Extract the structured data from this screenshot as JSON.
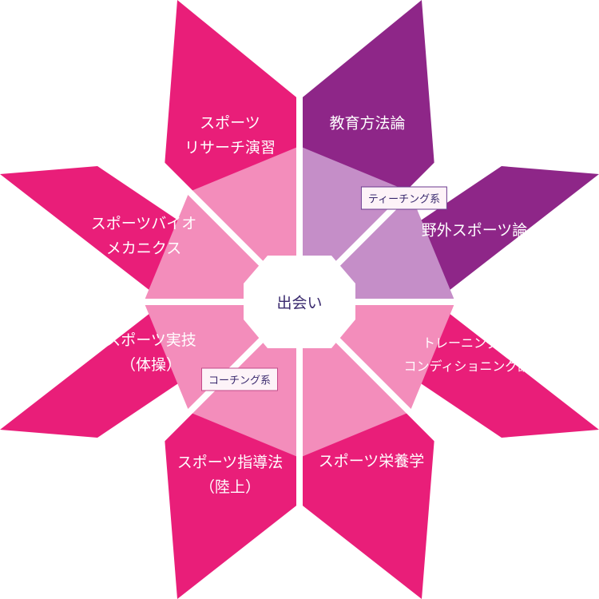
{
  "center": "出会い",
  "petals": [
    {
      "label": "スポーツ\nリサーチ演習",
      "color": "#e91e79"
    },
    {
      "label": "教育方法論",
      "color": "#8e2688"
    },
    {
      "label": "野外スポーツ論",
      "color": "#8e2688"
    },
    {
      "label": "トレーニング＆\nコンディショニング論",
      "color": "#e91e79"
    },
    {
      "label": "スポーツ栄養学",
      "color": "#e91e79"
    },
    {
      "label": "スポーツ指導法\n（陸上）",
      "color": "#e91e79"
    },
    {
      "label": "スポーツ実技\n（体操）",
      "color": "#e91e79"
    },
    {
      "label": "スポーツバイオ\nメカニクス",
      "color": "#e91e79"
    }
  ],
  "tags": {
    "teaching": "ティーチング系",
    "coaching": "コーチング系"
  },
  "colors": {
    "pink": "#e91e79",
    "purple": "#8e2688",
    "inner_pink": "#f38dbb",
    "inner_purple": "#c58ec8",
    "center_fill": "#ffffff",
    "center_text": "#3a2a6e"
  }
}
